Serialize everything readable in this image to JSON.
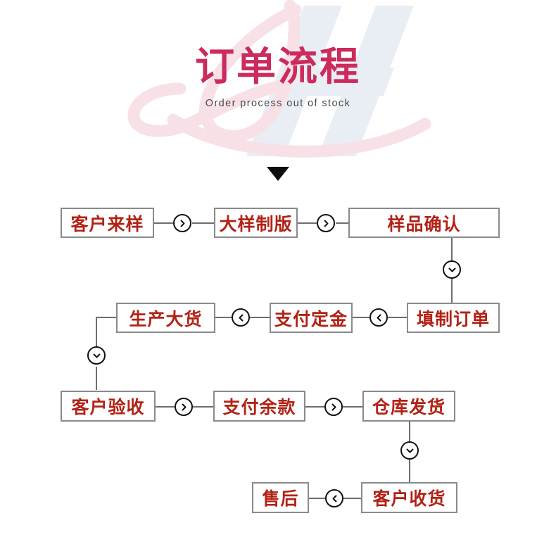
{
  "header": {
    "title": "订单流程",
    "subtitle": "Order process out of stock",
    "title_color": "#cc2b5c",
    "subtitle_color": "#4a4a4a",
    "watermark_pink": "#f6e3e8",
    "watermark_blue": "#e8ecf4",
    "arrow_icon": "down-triangle-icon",
    "arrow_color": "#0d0d0d"
  },
  "flow": {
    "box_border_color": "#8a8a8a",
    "box_text_color": "#b22216",
    "line_color": "#6e6e6e",
    "connector_color": "#111111",
    "nodes": [
      {
        "id": "n1",
        "label": "客户来样",
        "row": 1
      },
      {
        "id": "n2",
        "label": "大样制版",
        "row": 1
      },
      {
        "id": "n3",
        "label": "样品确认",
        "row": 1
      },
      {
        "id": "n4",
        "label": "填制订单",
        "row": 2
      },
      {
        "id": "n5",
        "label": "支付定金",
        "row": 2
      },
      {
        "id": "n6",
        "label": "生产大货",
        "row": 2
      },
      {
        "id": "n7",
        "label": "客户验收",
        "row": 3
      },
      {
        "id": "n8",
        "label": "支付余款",
        "row": 3
      },
      {
        "id": "n9",
        "label": "仓库发货",
        "row": 3
      },
      {
        "id": "n10",
        "label": "客户收货",
        "row": 4
      },
      {
        "id": "n11",
        "label": "售后",
        "row": 4
      }
    ],
    "connectors": [
      {
        "id": "c1",
        "from": "n1",
        "to": "n2",
        "icon": "chevron-right-icon"
      },
      {
        "id": "c2",
        "from": "n2",
        "to": "n3",
        "icon": "chevron-right-icon"
      },
      {
        "id": "c3",
        "from": "n3",
        "to": "n4",
        "icon": "chevron-down-icon"
      },
      {
        "id": "c4",
        "from": "n4",
        "to": "n5",
        "icon": "chevron-left-icon"
      },
      {
        "id": "c5",
        "from": "n5",
        "to": "n6",
        "icon": "chevron-left-icon"
      },
      {
        "id": "c6",
        "from": "n6",
        "to": "n7",
        "icon": "chevron-down-icon"
      },
      {
        "id": "c7",
        "from": "n7",
        "to": "n8",
        "icon": "chevron-right-icon"
      },
      {
        "id": "c8",
        "from": "n8",
        "to": "n9",
        "icon": "chevron-right-icon"
      },
      {
        "id": "c9",
        "from": "n9",
        "to": "n10",
        "icon": "chevron-down-icon"
      },
      {
        "id": "c10",
        "from": "n10",
        "to": "n11",
        "icon": "chevron-left-icon"
      }
    ]
  }
}
